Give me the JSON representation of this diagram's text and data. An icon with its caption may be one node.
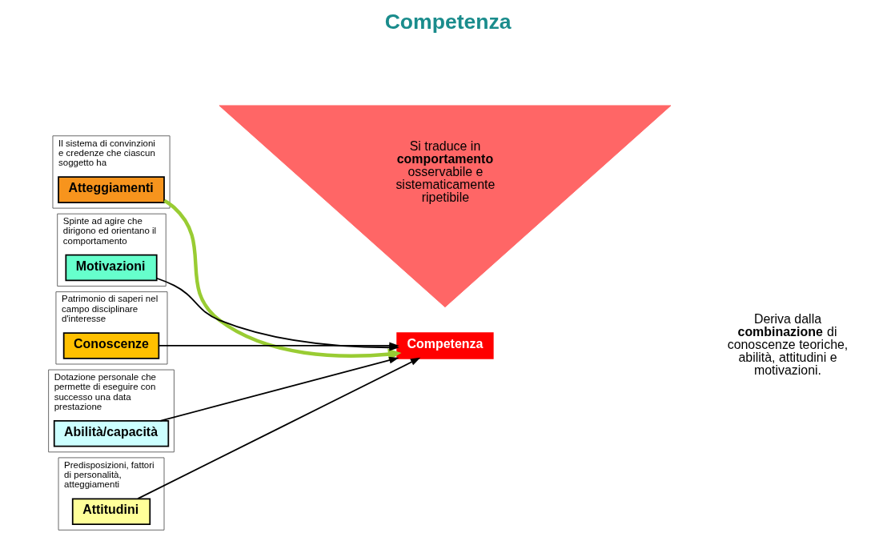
{
  "diagram": {
    "title": "Competenza",
    "nodes": [
      {
        "text": [
          "Il sistema di convinzioni e credenze che ciascun soggetto ha"
        ]
      },
      {
        "text": [
          "Atteggiamenti"
        ],
        "in": 0
      },
      {
        "text": [
          "Spinte ad agire che dirigono ed orientano il comportamento"
        ]
      },
      {
        "text": [
          "Motivazioni"
        ],
        "in": 2
      },
      {
        "text": [
          "Patrimonio di saperi nel campo disciplinare d'interesse"
        ]
      },
      {
        "text": [
          "Conoscenze"
        ],
        "in": 4
      },
      {
        "text": [
          "Dotazione personale che permette di eseguire con successo una data prestazione"
        ]
      },
      {
        "text": [
          "Abilità/capacità"
        ],
        "in": 6
      },
      {
        "text": [
          "Predisposizioni, fattori di personalità, atteggiamenti"
        ]
      },
      {
        "text": [
          "Attitudini"
        ],
        "in": 8
      },
      {
        "text": [
          "Competenza"
        ]
      },
      {
        "text": [
          "Si traduce in **comportamento** osservabile e sistematicamente ripetibile"
        ]
      }
    ],
    "edges": [
      {
        "from": 1,
        "to": 10,
        "arrow": "to",
        "style": "thick",
        "color": "#99cc33"
      },
      {
        "from": 3,
        "to": 10,
        "arrow": "to"
      },
      {
        "from": 5,
        "to": 10,
        "arrow": "to"
      },
      {
        "from": 7,
        "to": 10,
        "arrow": "to"
      },
      {
        "from": 9,
        "to": 10,
        "arrow": "to"
      }
    ],
    "labels": [
      "Deriva dalla **combinazione** di conoscenze teoriche, abilità, attitudini e motivazioni."
    ]
  }
}
